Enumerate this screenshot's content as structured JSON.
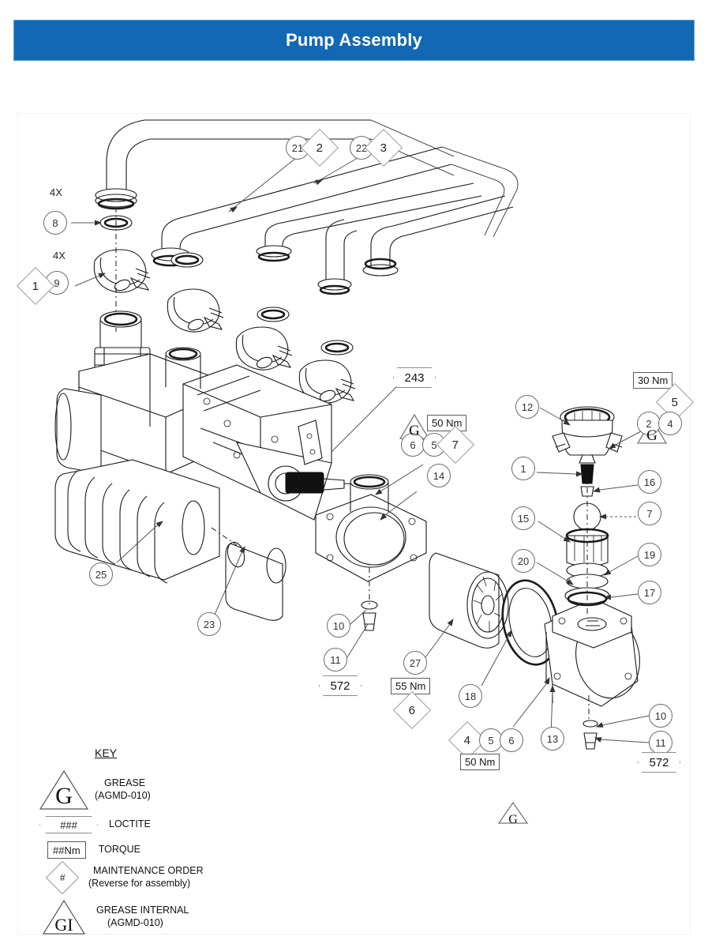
{
  "header": {
    "title": "Pump Assembly",
    "background_color": "#1268b3",
    "text_color": "#ffffff"
  },
  "drawing": {
    "type": "exploded-parts-diagram",
    "description": "Exploded isometric line drawing of a pump assembly with balloon item callouts, torque values, loctite and grease symbols."
  },
  "quantity_notes": [
    {
      "id": "qty-8",
      "label": "4X"
    },
    {
      "id": "qty-9",
      "label": "4X"
    }
  ],
  "balloons": [
    {
      "id": "b8",
      "number": "8"
    },
    {
      "id": "b9",
      "number": "9"
    },
    {
      "id": "b21",
      "number": "21"
    },
    {
      "id": "b22",
      "number": "22"
    },
    {
      "id": "b25",
      "number": "25"
    },
    {
      "id": "b23",
      "number": "23"
    },
    {
      "id": "b6a",
      "number": "6"
    },
    {
      "id": "b5a",
      "number": "5"
    },
    {
      "id": "b14",
      "number": "14"
    },
    {
      "id": "b10a",
      "number": "10"
    },
    {
      "id": "b11a",
      "number": "11"
    },
    {
      "id": "b27",
      "number": "27"
    },
    {
      "id": "b12",
      "number": "12"
    },
    {
      "id": "b2",
      "number": "2"
    },
    {
      "id": "b4",
      "number": "4"
    },
    {
      "id": "b1",
      "number": "1"
    },
    {
      "id": "b16",
      "number": "16"
    },
    {
      "id": "b15",
      "number": "15"
    },
    {
      "id": "b7",
      "number": "7"
    },
    {
      "id": "b20",
      "number": "20"
    },
    {
      "id": "b19",
      "number": "19"
    },
    {
      "id": "b17",
      "number": "17"
    },
    {
      "id": "b18",
      "number": "18"
    },
    {
      "id": "b5b",
      "number": "5"
    },
    {
      "id": "b6b",
      "number": "6"
    },
    {
      "id": "b13",
      "number": "13"
    },
    {
      "id": "b10b",
      "number": "10"
    },
    {
      "id": "b11b",
      "number": "11"
    }
  ],
  "maintenance_order_diamonds": [
    {
      "id": "d1",
      "number": "1"
    },
    {
      "id": "d2",
      "number": "2"
    },
    {
      "id": "d3",
      "number": "3"
    },
    {
      "id": "d7",
      "number": "7"
    },
    {
      "id": "d5",
      "number": "5"
    },
    {
      "id": "d6",
      "number": "6"
    },
    {
      "id": "d4",
      "number": "4"
    }
  ],
  "loctite_callouts": [
    {
      "id": "lt-243",
      "value": "243"
    },
    {
      "id": "lt-572a",
      "value": "572"
    },
    {
      "id": "lt-572b",
      "value": "572"
    }
  ],
  "torque_callouts": [
    {
      "id": "tq-50a",
      "value": "50 Nm"
    },
    {
      "id": "tq-30",
      "value": "30 Nm"
    },
    {
      "id": "tq-55",
      "value": "55 Nm"
    },
    {
      "id": "tq-50b",
      "value": "50 Nm"
    }
  ],
  "grease_callouts": [
    {
      "id": "g-center",
      "letter": "G"
    },
    {
      "id": "g-right",
      "letter": "G"
    },
    {
      "id": "g-bottom",
      "letter": "G"
    }
  ],
  "key": {
    "title": "KEY",
    "entries": [
      {
        "symbol": "grease-triangle",
        "symbol_text": "G",
        "label": "GREASE",
        "sublabel": "(AGMD-010)"
      },
      {
        "symbol": "loctite-hexagon",
        "symbol_text": "###",
        "label": "LOCTITE",
        "sublabel": ""
      },
      {
        "symbol": "torque-box",
        "symbol_text": "##Nm",
        "label": "TORQUE",
        "sublabel": ""
      },
      {
        "symbol": "maintenance-diamond",
        "symbol_text": "#",
        "label": "MAINTENANCE ORDER",
        "sublabel": "(Reverse for assembly)"
      },
      {
        "symbol": "grease-internal-triangle",
        "symbol_text": "GI",
        "label": "GREASE INTERNAL",
        "sublabel": "(AGMD-010)"
      }
    ]
  }
}
